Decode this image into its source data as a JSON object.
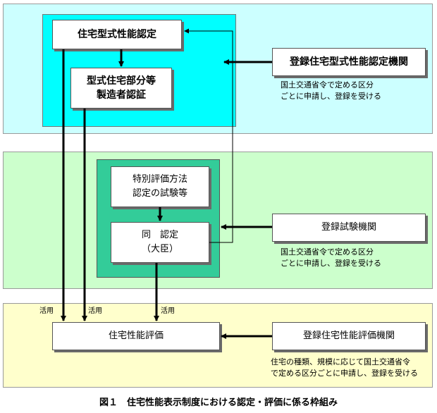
{
  "boxes": {
    "housing_type_cert": "住宅型式性能認定",
    "manufacturer_cert_line1": "型式住宅部分等",
    "manufacturer_cert_line2": "製造者認証",
    "registered_type_body": "登録住宅型式性能認定機関",
    "special_method_line1": "特別評価方法",
    "special_method_line2": "認定の試験等",
    "same_cert_line1": "同　認定",
    "same_cert_line2": "（大臣）",
    "registered_test_body": "登録試験機関",
    "housing_eval": "住宅性能評価",
    "registered_eval_body": "登録住宅性能評価機関"
  },
  "notes": {
    "type_body_line1": "国土交通省令で定める区分",
    "type_body_line2": "ごとに申請し、登録を受ける",
    "test_body_line1": "国土交通省令で定める区分",
    "test_body_line2": "ごとに申請し、登録を受ける",
    "eval_body_line1": "住宅の種類、規模に応じて国土交通省令",
    "eval_body_line2": "で定める区分ごとに申請し、登録を受ける"
  },
  "arrow_labels": {
    "use_1": "活用",
    "use_2": "活用",
    "use_3": "活用"
  },
  "caption": "図１　住宅性能表示制度における認定・評価に係る枠組み",
  "colors": {
    "top_panel": "#ccffff",
    "top_inner": "#00ffff",
    "mid_panel": "#ccffcc",
    "mid_inner": "#33cc99",
    "bottom_panel": "#ffffcc"
  }
}
